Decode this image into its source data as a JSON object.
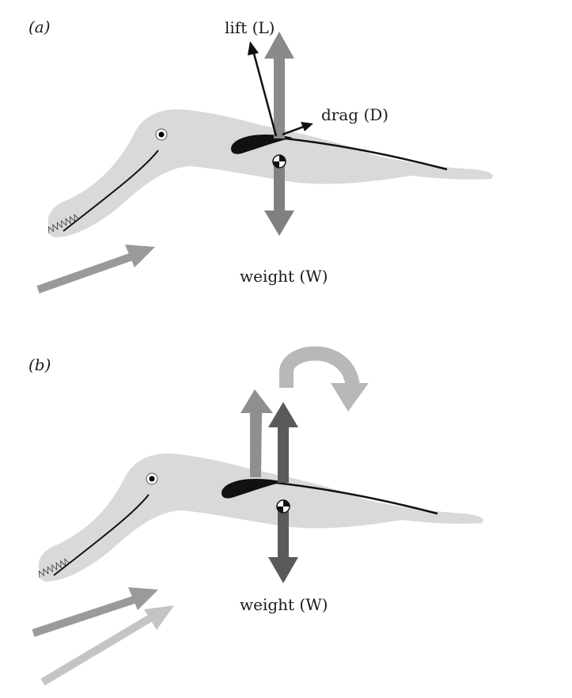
{
  "panel_a": {
    "label": "(a)",
    "lift_label": "lift (L)",
    "drag_label": "drag (D)",
    "weight_label": "weight (W)"
  },
  "panel_b": {
    "label": "(b)",
    "weight_label": "weight (W)"
  },
  "colors": {
    "body": "#d9d9d9",
    "lift_arrow": "#8a8a8a",
    "weight_arrow": "#808080",
    "flow_arrow": "#9a9a9a",
    "flow_arrow_light": "#c4c4c4",
    "rotation_arrow": "#b8b8b8",
    "dark_arrow": "#5a5a5a",
    "wing": "#111111"
  }
}
